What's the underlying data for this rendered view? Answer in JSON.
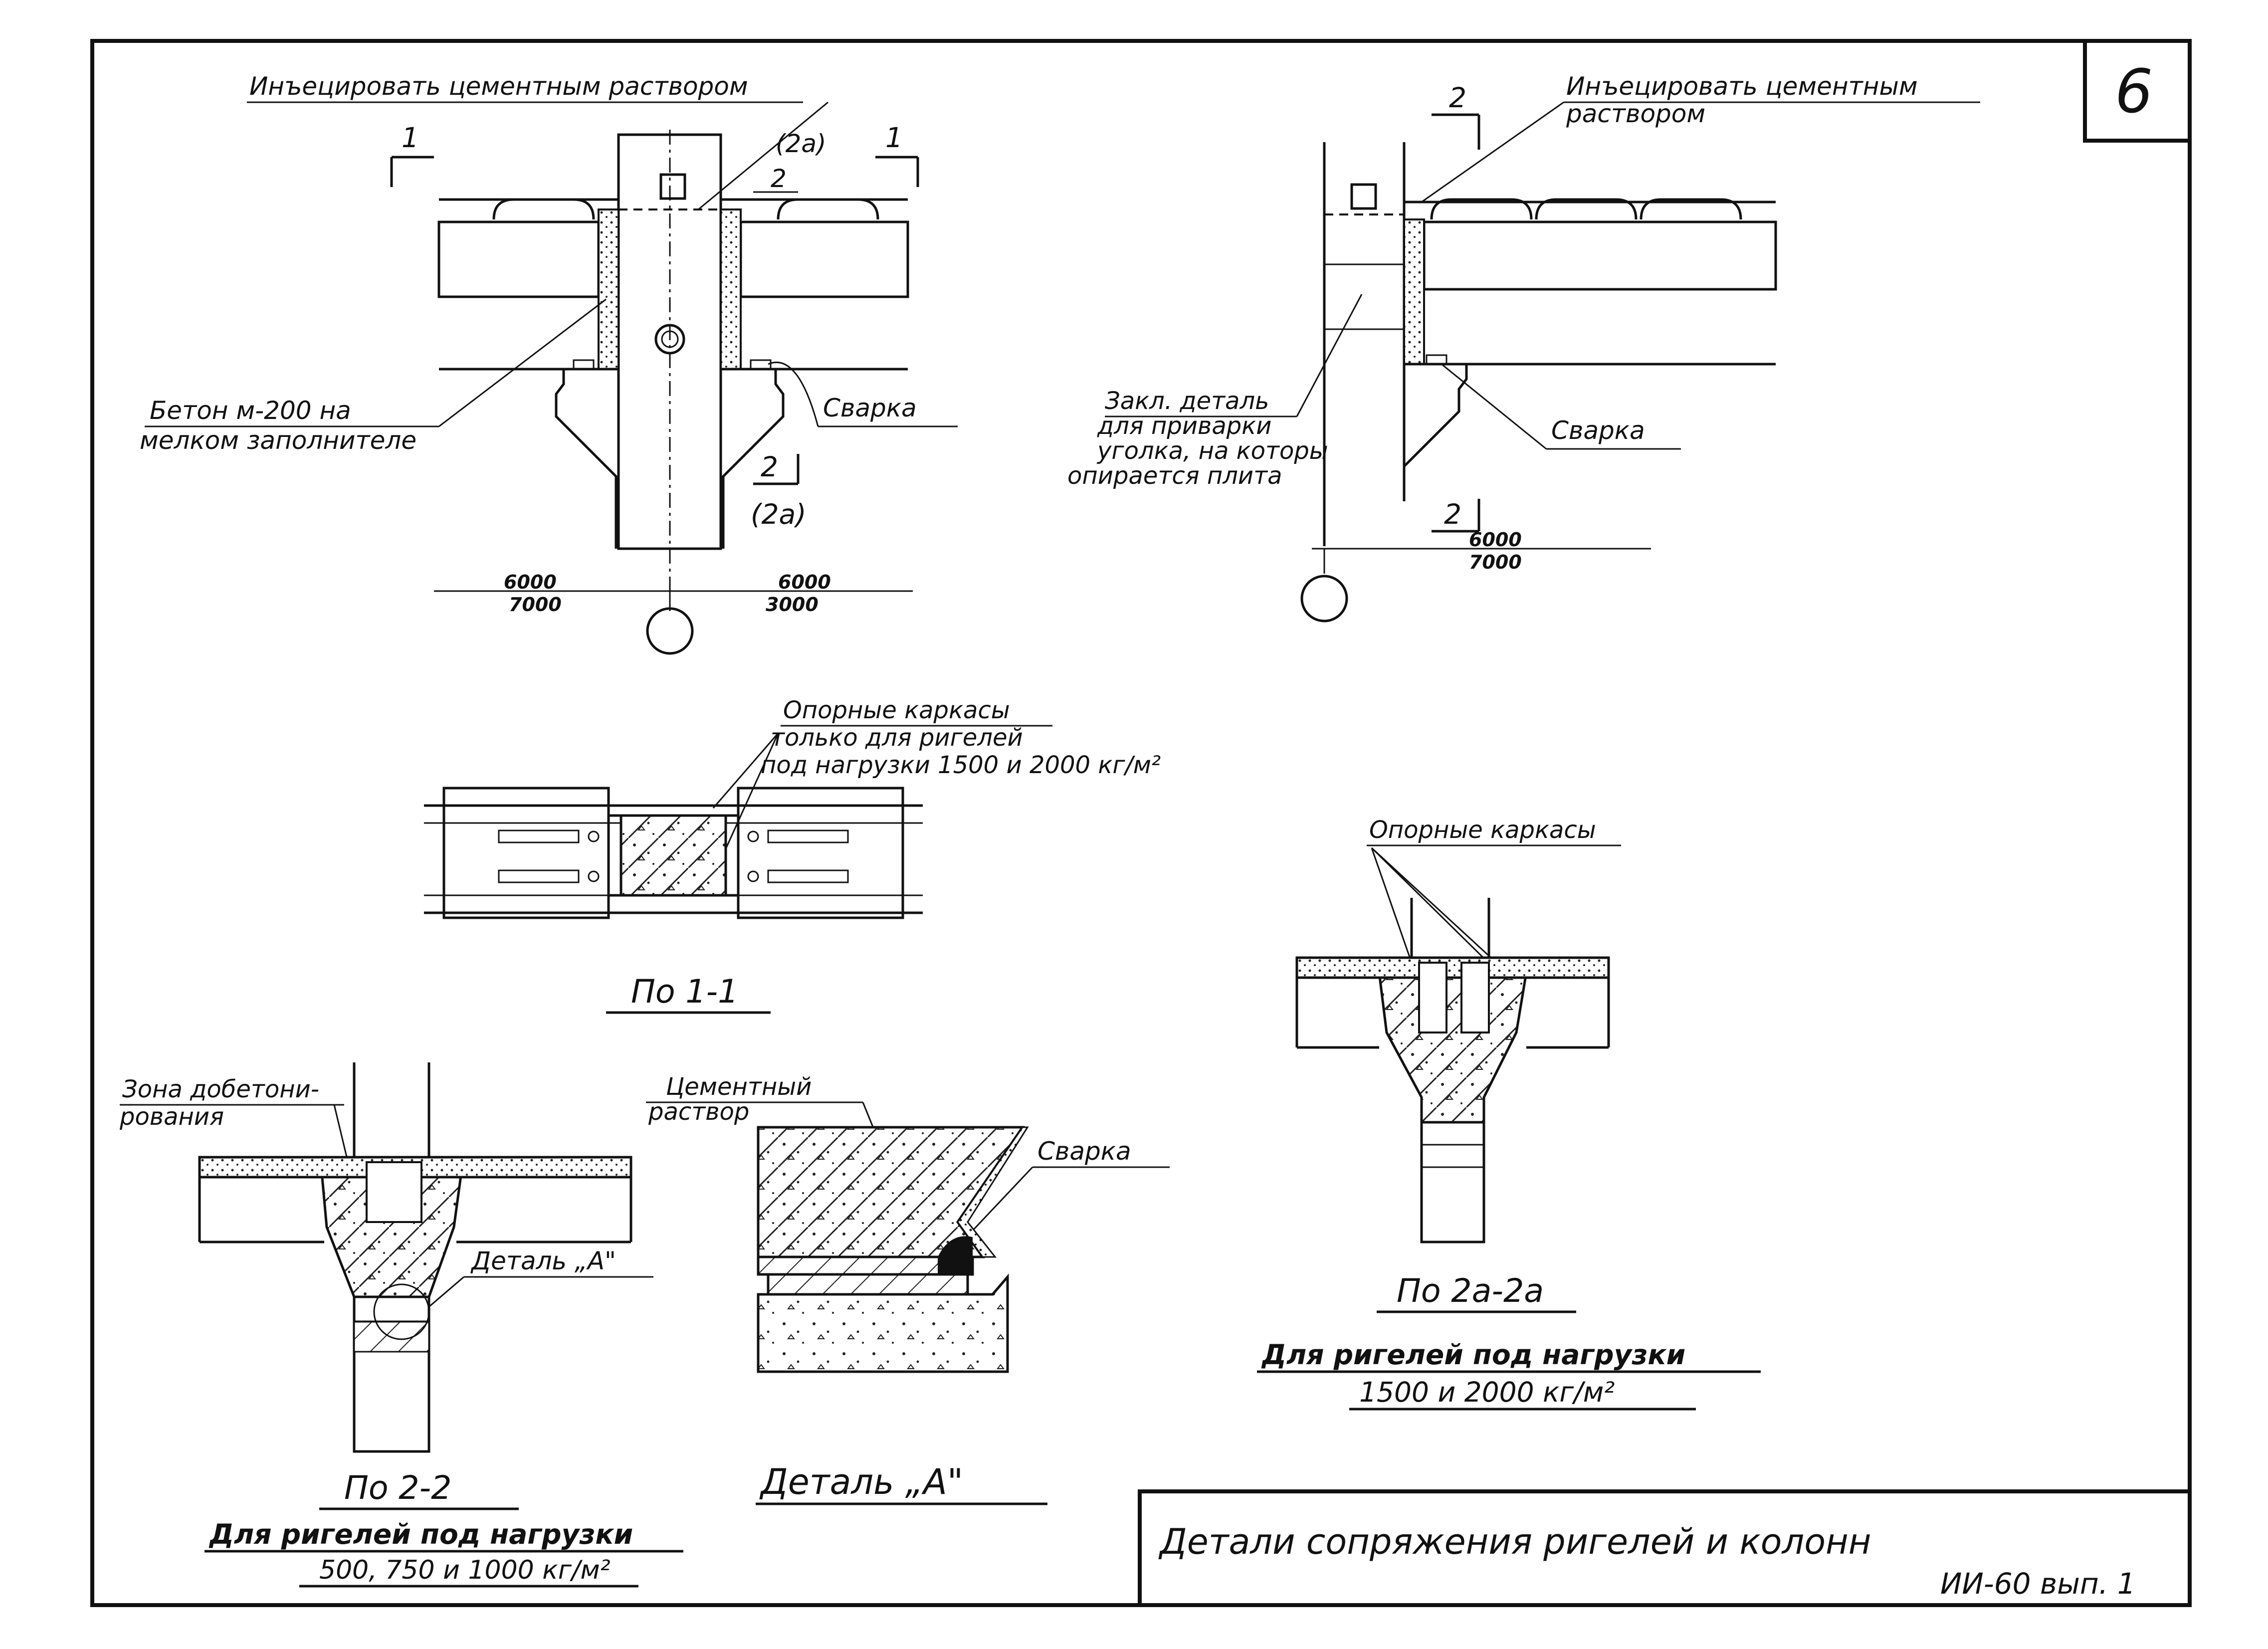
{
  "sheet": {
    "number": "6",
    "title_block": {
      "title": "Детали сопряжения ригелей и колонн",
      "series": "ИИ-60 вып. 1"
    }
  },
  "view_top_left": {
    "note_inject": "Инъецировать цементным раствором",
    "section_mark_1_left": "1",
    "section_mark_1_right": "1",
    "section_mark_2a_top": "(2а)",
    "section_mark_2_top": "2",
    "section_mark_2_bottom": "2",
    "section_mark_2a_bottom": "(2а)",
    "note_concrete_line1": "Бетон м-200 на",
    "note_concrete_line2": "мелком заполнителе",
    "note_weld": "Сварка",
    "span_left_top": "6000",
    "span_left_bottom": "7000",
    "span_right_top": "6000",
    "span_right_bottom": "3000"
  },
  "view_top_right": {
    "section_mark_2_top": "2",
    "note_inject_line1": "Инъецировать цементным",
    "note_inject_line2": "раствором",
    "note_embedded_line1": "Закл. деталь",
    "note_embedded_line2": "для приварки",
    "note_embedded_line3": "уголка, на которы",
    "note_embedded_line4": "опирается плита",
    "note_weld": "Сварка",
    "section_mark_2_bottom": "2",
    "span_top": "6000",
    "span_bottom": "7000"
  },
  "view_plan_1_1": {
    "note_line1": "Опорные каркасы",
    "note_line2": "только для ригелей",
    "note_line3": "под нагрузки 1500 и 2000 кг/м²",
    "caption": "По 1-1"
  },
  "view_2a_2a": {
    "note": "Опорные каркасы",
    "caption": "По 2а-2а",
    "subcaption_line1": "Для ригелей под нагрузки",
    "subcaption_line2": "1500 и 2000 кг/м²"
  },
  "view_2_2": {
    "note_zone_line1": "Зона добетони-",
    "note_zone_line2": "рования",
    "note_detail": "Деталь „А\"",
    "caption": "По 2-2",
    "subcaption_line1": "Для ригелей под нагрузки",
    "subcaption_line2": "500, 750 и 1000 кг/м²"
  },
  "view_detail_a": {
    "note_mortar_line1": "Цементный",
    "note_mortar_line2": "раствор",
    "note_weld": "Сварка",
    "caption": "Деталь „А\""
  }
}
